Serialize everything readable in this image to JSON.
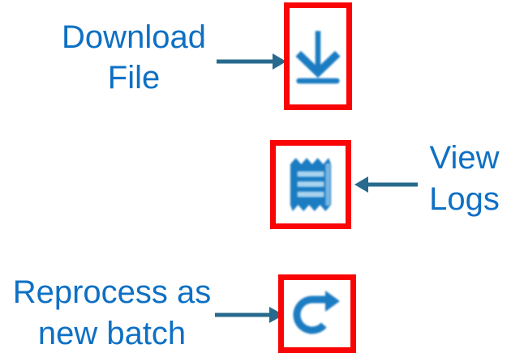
{
  "canvas": {
    "background": "#FFFFFF"
  },
  "colors": {
    "label_text": "#0E70C4",
    "arrow": "#276A8D",
    "highlight_border": "#F90505",
    "icon_blue": "#1B7CC2",
    "icon_stripe": "#A9D3EE",
    "icon_light": "#79B6DF"
  },
  "annotations": [
    {
      "label_line1": "Download",
      "label_line2": "File",
      "icon": "download-icon",
      "arrow_direction": "right"
    },
    {
      "label_line1": "View",
      "label_line2": "Logs",
      "icon": "receipt-icon",
      "arrow_direction": "left"
    },
    {
      "label_line1": "Reprocess as",
      "label_line2": "new batch",
      "icon": "refresh-icon",
      "arrow_direction": "right"
    }
  ]
}
